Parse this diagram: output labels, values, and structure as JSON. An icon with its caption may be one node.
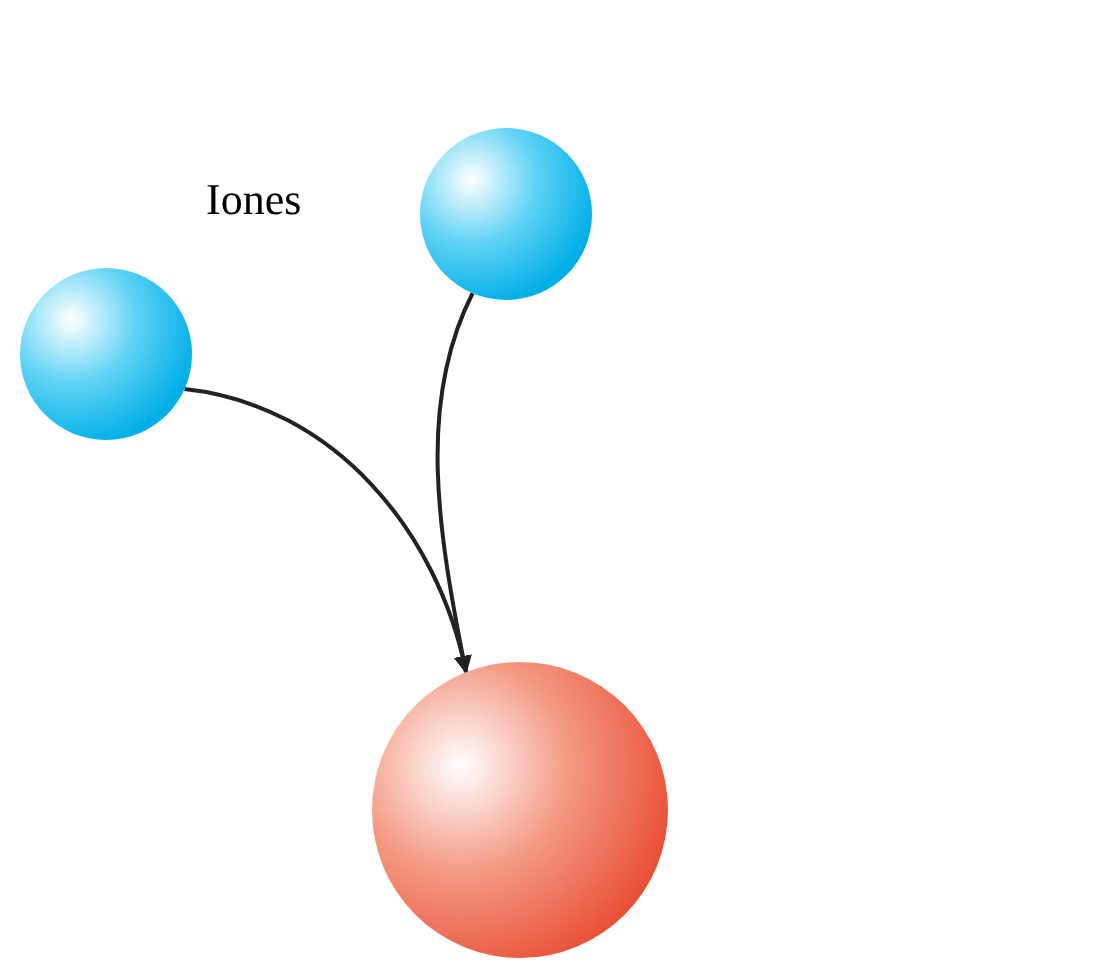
{
  "diagram": {
    "nodes": [
      {
        "text": [],
        "shape": "circle"
      },
      {
        "text": [],
        "shape": "circle"
      },
      {
        "text": [],
        "shape": "circle"
      }
    ],
    "edges": [
      {
        "from": 0,
        "to": 2,
        "arrow": "to"
      },
      {
        "from": 1,
        "to": 2,
        "arrow": "to"
      }
    ],
    "labels": [
      "Iones"
    ]
  }
}
